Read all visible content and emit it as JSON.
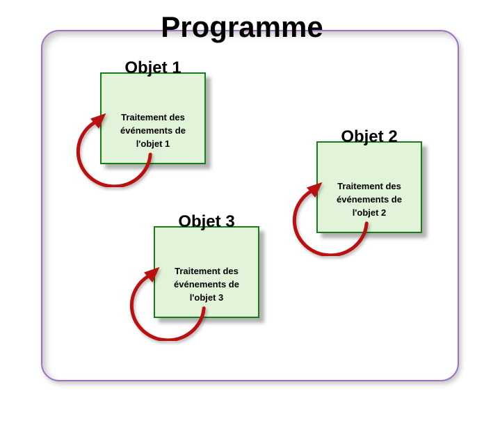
{
  "title": "Programme",
  "colors": {
    "frame_border": "#9a70c8",
    "box_border": "#177e17",
    "box_fill": "#e1f3d8",
    "arrow": "#bb1010",
    "text": "#000000"
  },
  "objects": [
    {
      "label": "Objet 1",
      "lines": [
        "Traitement des",
        "événements de",
        "l'objet 1"
      ]
    },
    {
      "label": "Objet 2",
      "lines": [
        "Traitement des",
        "événements de",
        "l'objet 2"
      ]
    },
    {
      "label": "Objet 3",
      "lines": [
        "Traitement des",
        "événements de",
        "l'objet 3"
      ]
    }
  ]
}
